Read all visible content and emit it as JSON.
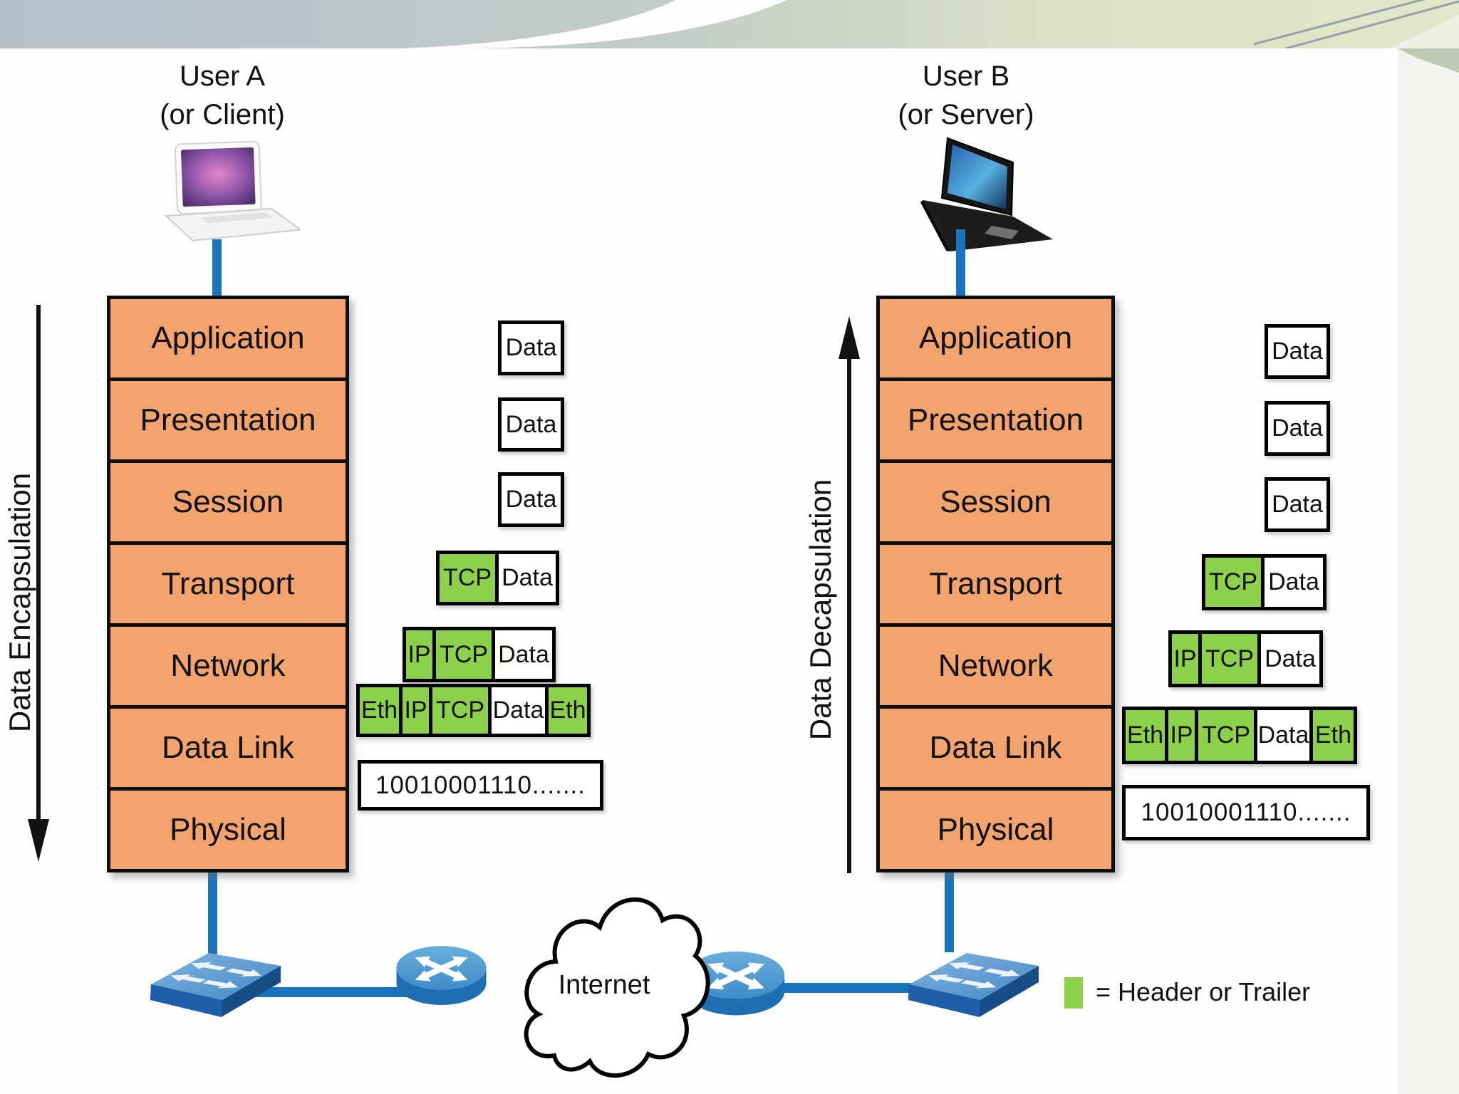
{
  "users": {
    "left": {
      "line1": "User A",
      "line2": "(or Client)"
    },
    "right": {
      "line1": "User B",
      "line2": "(or Server)"
    }
  },
  "left_stack": {
    "direction_label": "Data Encapsulation",
    "layers": [
      "Application",
      "Presentation",
      "Session",
      "Transport",
      "Network",
      "Data Link",
      "Physical"
    ]
  },
  "right_stack": {
    "direction_label": "Data Decapsulation",
    "layers": [
      "Application",
      "Presentation",
      "Session",
      "Transport",
      "Network",
      "Data Link",
      "Physical"
    ]
  },
  "pdu": {
    "left": [
      {
        "cells": [
          {
            "t": "Data",
            "k": "data"
          }
        ]
      },
      {
        "cells": [
          {
            "t": "Data",
            "k": "data"
          }
        ]
      },
      {
        "cells": [
          {
            "t": "Data",
            "k": "data"
          }
        ]
      },
      {
        "cells": [
          {
            "t": "TCP",
            "k": "header"
          },
          {
            "t": "Data",
            "k": "data"
          }
        ]
      },
      {
        "cells": [
          {
            "t": "IP",
            "k": "header"
          },
          {
            "t": "TCP",
            "k": "header"
          },
          {
            "t": "Data",
            "k": "data"
          }
        ]
      },
      {
        "cells": [
          {
            "t": "Eth",
            "k": "header"
          },
          {
            "t": "IP",
            "k": "header"
          },
          {
            "t": "TCP",
            "k": "header"
          },
          {
            "t": "Data",
            "k": "data"
          },
          {
            "t": "Eth",
            "k": "header"
          }
        ]
      },
      {
        "cells": [
          {
            "t": "10010001110.......",
            "k": "bits"
          }
        ]
      }
    ],
    "right": [
      {
        "cells": [
          {
            "t": "Data",
            "k": "data"
          }
        ]
      },
      {
        "cells": [
          {
            "t": "Data",
            "k": "data"
          }
        ]
      },
      {
        "cells": [
          {
            "t": "Data",
            "k": "data"
          }
        ]
      },
      {
        "cells": [
          {
            "t": "TCP",
            "k": "header"
          },
          {
            "t": "Data",
            "k": "data"
          }
        ]
      },
      {
        "cells": [
          {
            "t": "IP",
            "k": "header"
          },
          {
            "t": "TCP",
            "k": "header"
          },
          {
            "t": "Data",
            "k": "data"
          }
        ]
      },
      {
        "cells": [
          {
            "t": "Eth",
            "k": "header"
          },
          {
            "t": "IP",
            "k": "header"
          },
          {
            "t": "TCP",
            "k": "header"
          },
          {
            "t": "Data",
            "k": "data"
          },
          {
            "t": "Eth",
            "k": "header"
          }
        ]
      },
      {
        "cells": [
          {
            "t": "10010001110.......",
            "k": "bits"
          }
        ]
      }
    ]
  },
  "network": {
    "internet_label": "Internet"
  },
  "legend": {
    "label": "= Header or Trailer",
    "swatch_color": "#8DD04C"
  },
  "colors": {
    "layer_fill": "#F2A36E",
    "header_fill": "#8DD04C",
    "cable_blue": "#1B74BB",
    "device_blue_light": "#7FB4DF",
    "device_blue_mid": "#4688C6",
    "device_blue_dark": "#1D5FA8"
  }
}
